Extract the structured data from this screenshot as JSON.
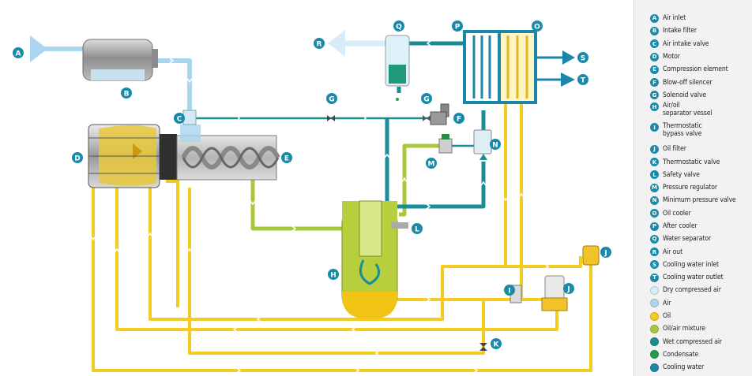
{
  "labels": {
    "A": "Air inlet",
    "B": "Intake filter",
    "C": "Air intake valve",
    "D": "Motor",
    "E": "Compression element",
    "F": "Blow-off silencer",
    "G": "Solenoid valve",
    "H_line1": "Air/oil",
    "H_line2": "separator vessel",
    "I_line1": "Thermostatic",
    "I_line2": "bypass valve",
    "J": "Oil filter",
    "K": "Thermostatic valve",
    "L": "Safety valve",
    "M": "Pressure regulator",
    "N": "Minimum pressure valve",
    "O": "Oil cooler",
    "P": "After cooler",
    "Q": "Water separator",
    "R": "Air out",
    "S": "Cooling water inlet",
    "T": "Cooling water outlet"
  },
  "letters": [
    "A",
    "B",
    "C",
    "D",
    "E",
    "F",
    "G",
    "H",
    "I",
    "J",
    "K",
    "L",
    "M",
    "N",
    "O",
    "P",
    "Q",
    "R",
    "S",
    "T"
  ],
  "media": {
    "dry_air": "Dry compressed air",
    "air": "Air",
    "oil": "Oil",
    "oil_air": "Oil/air mixture",
    "wet_air": "Wet compressed air",
    "condensate": "Condensate",
    "cooling_water": "Cooling water"
  },
  "colors": {
    "dry_air": "#d6edf8",
    "air": "#a9d6ee",
    "oil": "#f2cc1e",
    "oil_air": "#a7c83a",
    "wet_air": "#1e8e8a",
    "condensate": "#2a9a4a",
    "cooling_water": "#1a86a8",
    "badge": "#1a8aaa"
  }
}
